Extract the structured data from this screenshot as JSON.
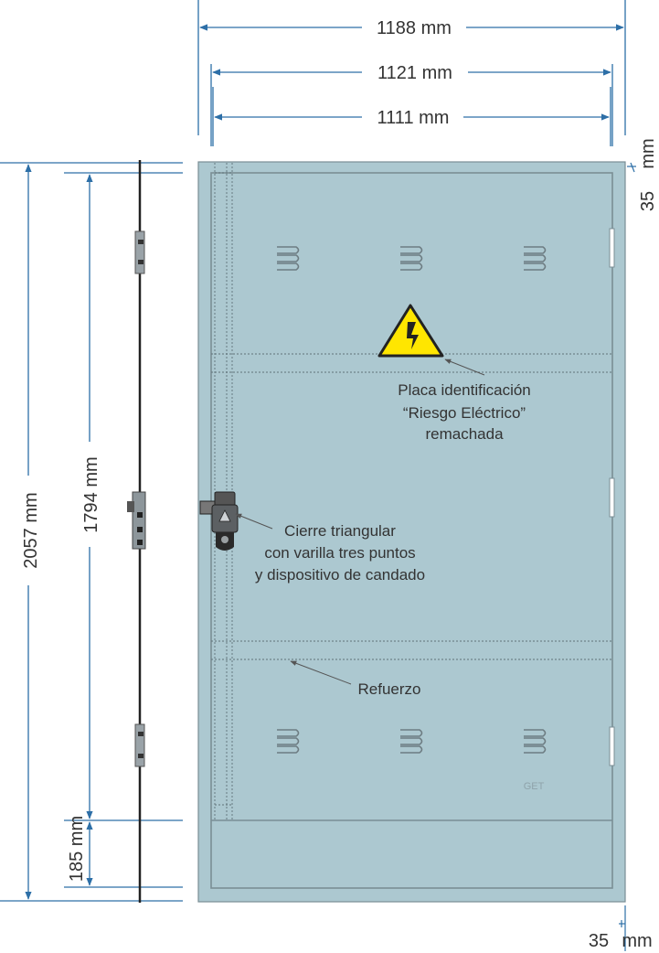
{
  "dimensions": {
    "overall_width": "1188 mm",
    "frame_width": "1121 mm",
    "door_width": "1111 mm",
    "top_gap": "35",
    "top_gap_unit": "mm",
    "bottom_gap": "35",
    "bottom_gap_unit": "mm",
    "total_height": "2057 mm",
    "rod_height": "1794 mm",
    "bottom_panel": "185 mm"
  },
  "callouts": {
    "placa_line1": "Placa identificación",
    "placa_line2": "“Riesgo Eléctrico”",
    "placa_line3": "remachada",
    "cierre_line1": "Cierre triangular",
    "cierre_line2": "con varilla tres puntos",
    "cierre_line3": "y dispositivo de candado",
    "refuerzo": "Refuerzo"
  },
  "brand_mark": "GET",
  "colors": {
    "door_fill": "#acc8d0",
    "dim_line": "#2d6fa7",
    "frame_line": "#7a8e95",
    "warning": "#ffe600"
  },
  "icons": {
    "warning_sign": "electric-hazard-icon",
    "vent": "louvre-vent-icon"
  }
}
